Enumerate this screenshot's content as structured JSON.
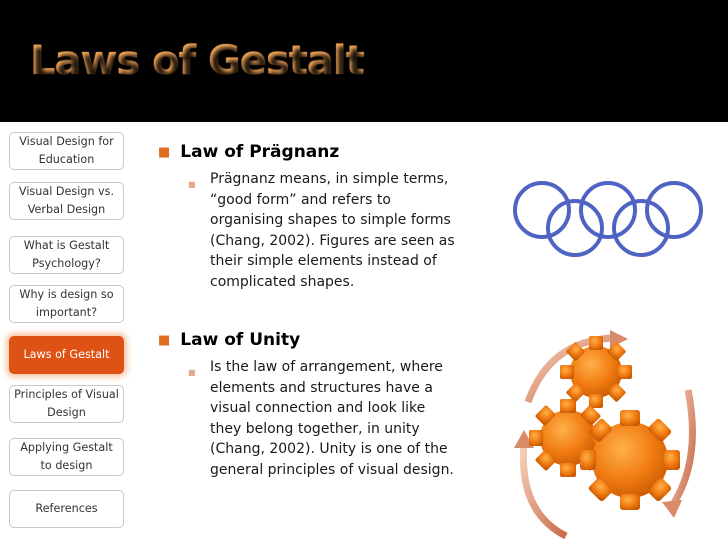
{
  "slide": {
    "title": "Laws of Gestalt"
  },
  "nav": {
    "items": [
      {
        "label": "Visual Design for Education",
        "active": false
      },
      {
        "label": "Visual Design vs. Verbal Design",
        "active": false
      },
      {
        "label": "What is Gestalt Psychology?",
        "active": false
      },
      {
        "label": "Why is design so important?",
        "active": false
      },
      {
        "label": "Laws of Gestalt",
        "active": true
      },
      {
        "label": "Principles of Visual Design",
        "active": false
      },
      {
        "label": "Applying Gestalt to design",
        "active": false
      },
      {
        "label": "References",
        "active": false
      }
    ]
  },
  "bullets": [
    {
      "heading": "Law of  Prägnanz",
      "text": "Prägnanz means, in simple terms, “good form” and refers to organising  shapes to simple forms (Chang, 2002). Figures are seen as their simple elements instead of complicated shapes."
    },
    {
      "heading": "Law of Unity",
      "text": "Is the law of arrangement, where elements and structures have a visual connection and look like they belong together, in unity (Chang, 2002). Unity is one of the general principles of visual design."
    }
  ],
  "colors": {
    "accent": "#de5315",
    "title": "#e8741c",
    "background": "#000000",
    "content_bg": "#ffffff",
    "rings": "#4f63c3"
  },
  "icons": {
    "bullet": "square-bullet",
    "figure1": "olympic-rings-outline",
    "figure2": "orange-gears-with-cycle-arrows"
  }
}
